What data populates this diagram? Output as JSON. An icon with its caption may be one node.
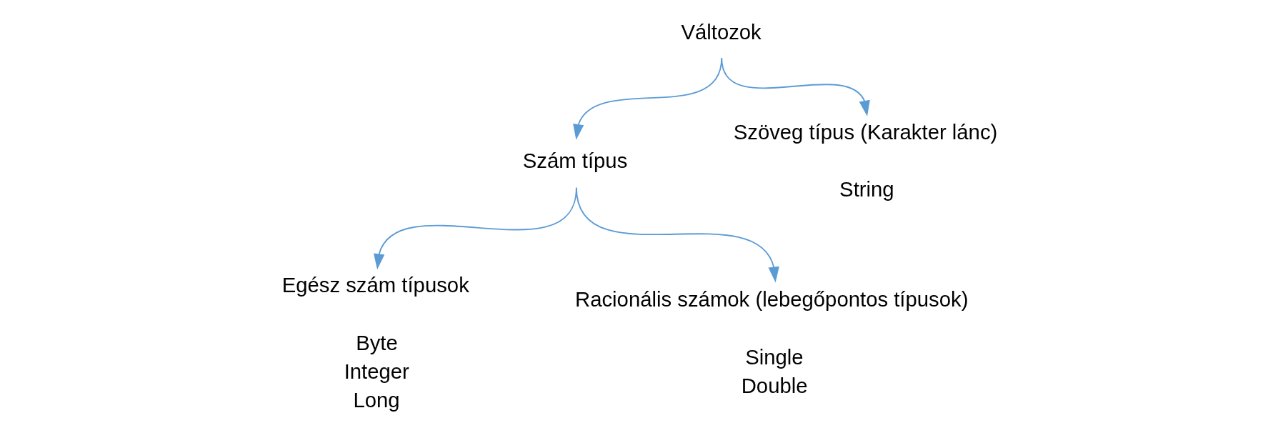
{
  "diagram": {
    "nodes": [
      {
        "text": [
          "Változok"
        ]
      },
      {
        "text": [
          "Szám típus"
        ]
      },
      {
        "text": [
          "Egész szám típusok"
        ],
        "beside": [
          "Byte",
          "Integer",
          "Long"
        ]
      },
      {
        "text": [
          "Racionális számok (lebegőpontos típusok)"
        ],
        "beside": [
          "Single",
          "Double"
        ]
      },
      {
        "text": [
          "Szöveg típus (Karakter lánc)"
        ],
        "beside": [
          "String"
        ]
      }
    ],
    "edges": [
      {
        "from": 0,
        "to": 1,
        "arrow": "to"
      },
      {
        "from": 0,
        "to": 4,
        "arrow": "to"
      },
      {
        "from": 1,
        "to": 2,
        "arrow": "to"
      },
      {
        "from": 1,
        "to": 3,
        "arrow": "to"
      }
    ]
  }
}
